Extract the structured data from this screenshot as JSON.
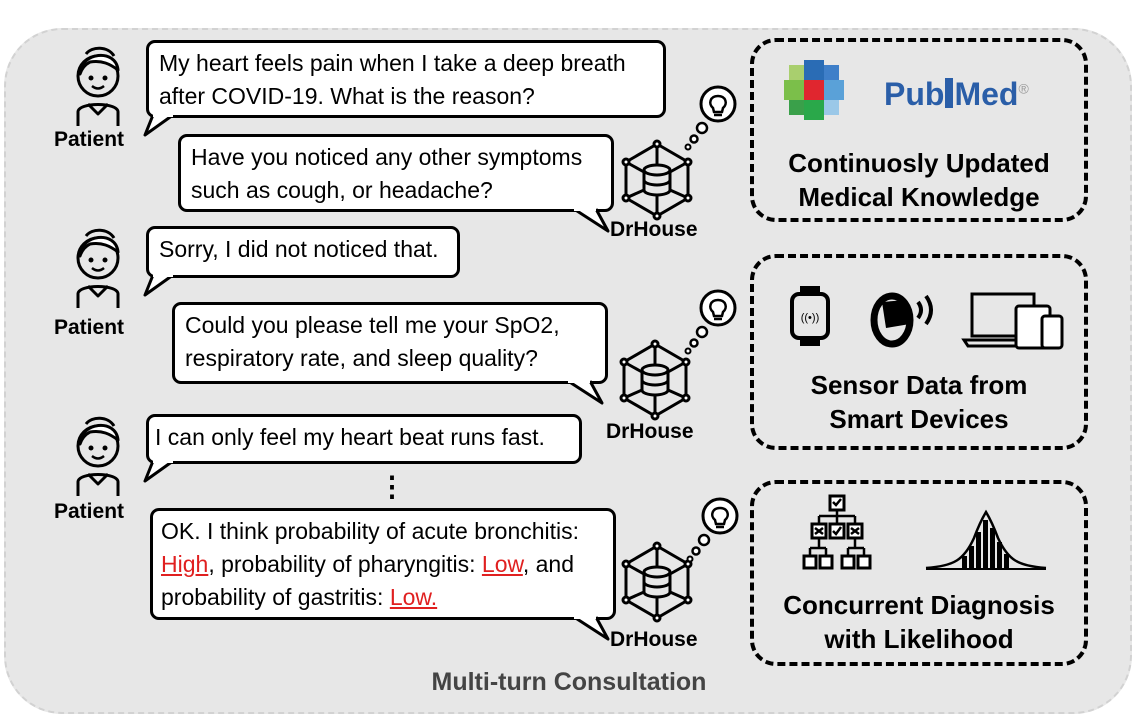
{
  "labels": {
    "patient": "Patient",
    "drhouse": "DrHouse",
    "ellipsis": "⋮"
  },
  "messages": {
    "m1": {
      "line1": "My heart feels pain when I take a deep breath",
      "line2": "after COVID-19. What is the reason?"
    },
    "m2": {
      "line1": "Have you noticed any other symptoms",
      "line2": "such as cough, or headache?"
    },
    "m3": {
      "line1": "Sorry, I did not noticed that."
    },
    "m4": {
      "line1": " Could you please tell me your SpO2,",
      "line2": "respiratory rate, and sleep quality?"
    },
    "m5": {
      "line1": "I can only feel my heart beat runs fast."
    },
    "m6": {
      "line1": "OK. I think probability of acute bronchitis:",
      "high": "High",
      "mid": ",  probability of pharyngitis: ",
      "low1": "Low",
      "and": ", and",
      "line3": "probability of gastritis: ",
      "low2": "Low."
    }
  },
  "panels": {
    "knowledge": {
      "line1": "Continuosly Updated",
      "line2": "Medical Knowledge",
      "pubmed_pub": "Pub",
      "pubmed_med": "Med",
      "registered": "®"
    },
    "sensor": {
      "line1": "Sensor Data from",
      "line2": "Smart Devices"
    },
    "diagnosis": {
      "line1": "Concurrent Diagnosis",
      "line2": "with Likelihood"
    }
  },
  "footer": "Multi-turn Consultation",
  "colors": {
    "highlight": "#e02020",
    "pubmed_blue": "#2a5ea8",
    "panel_bg": "#e7e7e7"
  }
}
